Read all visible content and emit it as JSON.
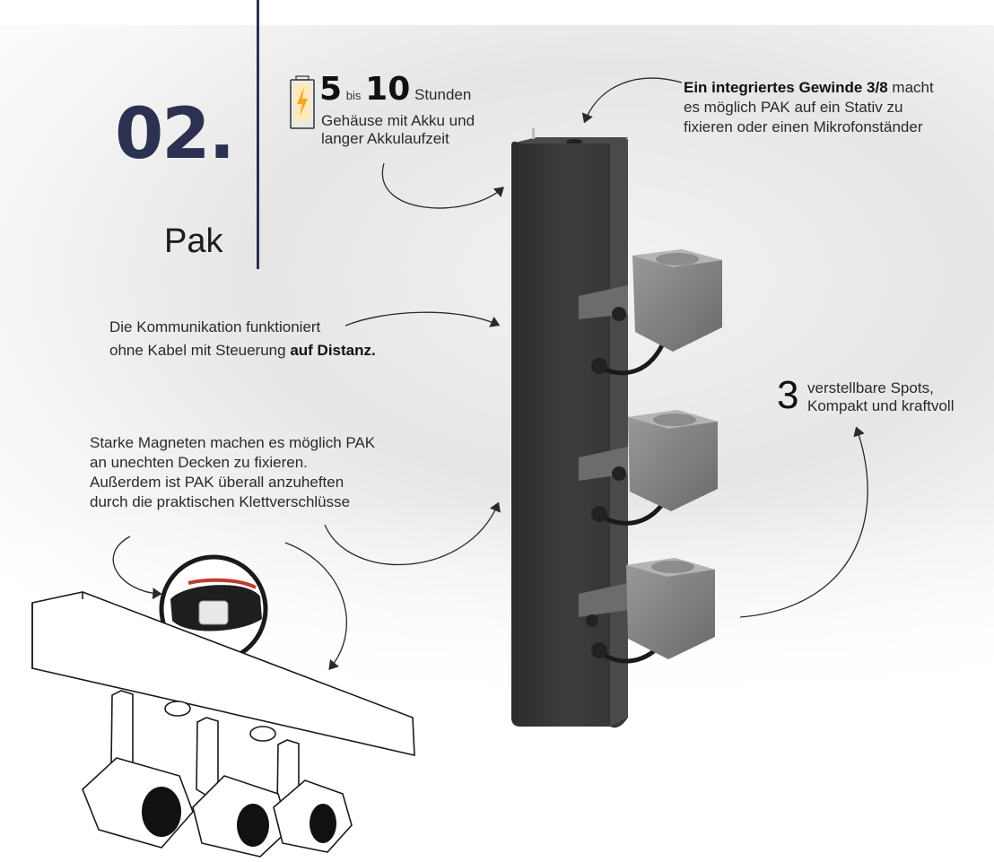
{
  "section": {
    "number": "02.",
    "title": "Pak"
  },
  "battery": {
    "min_hours": "5",
    "bis": "bis",
    "max_hours": "10",
    "unit": "Stunden",
    "line1": "Gehäuse mit Akku und",
    "line2": "langer Akkulaufzeit"
  },
  "thread": {
    "bold": "Ein integriertes Gewinde 3/8",
    "rest1": " macht",
    "line2": "es möglich PAK auf ein Stativ zu",
    "line3": "fixieren oder einen Mikrofonständer"
  },
  "wireless": {
    "line1": "Die Kommunikation funktioniert",
    "line2_plain": "ohne Kabel mit Steuerung ",
    "line2_bold": "auf Distanz."
  },
  "spots": {
    "count": "3",
    "line1": "verstellbare Spots,",
    "line2": "Kompakt und kraftvoll"
  },
  "magnets": {
    "line1": "Starke Magneten machen es möglich PAK",
    "line2": "an unechten Decken zu fixieren.",
    "line3": "Außerdem ist PAK überall anzuheften",
    "line4": "durch die praktischen Klettverschlüsse"
  },
  "colors": {
    "navy": "#2c3151",
    "battery_fill": "#f5a623",
    "device": "#3a3a3a",
    "spot": "#8a8a8a"
  },
  "icons": {
    "battery": "battery-icon",
    "bolt": "lightning-icon"
  }
}
